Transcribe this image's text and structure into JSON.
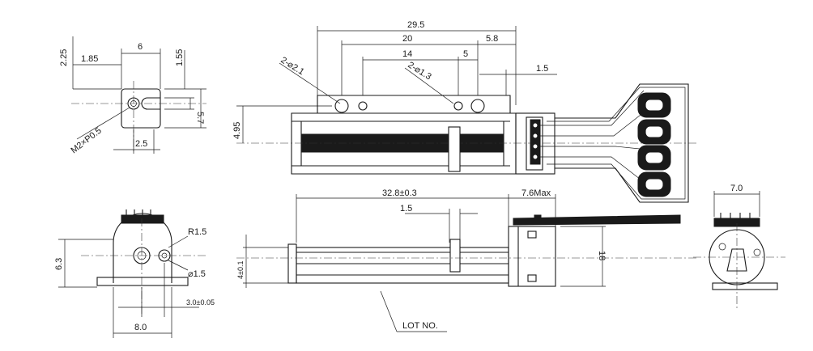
{
  "dimensions": {
    "overall_length": "29.5",
    "hole_spacing_20": "20",
    "right_offset_5_8": "5.8",
    "inner_spacing_14": "14",
    "inner_offset_5": "5",
    "plate_thickness_1_5": "1.5",
    "hole_2_phi_2_1": "2-⌀2.1",
    "hole_2_phi_1_3": "2-⌀1.3",
    "height_4_95": "4.95",
    "side_2_25": "2.25",
    "side_1_85": "1.85",
    "side_6": "6",
    "side_1_55": "1.55",
    "side_5_7": "5.7",
    "side_2_5": "2.5",
    "thread_m2": "M2×P0.5",
    "stroke_length": "32.8±0.3",
    "stroke_sub": "1.5",
    "motor_max": "7.6Max",
    "motor_height_18": "18",
    "height_4_pm": "4±0.1",
    "end_6_3": "6.3",
    "radius_r1_5": "R1.5",
    "phi_1_5": "⌀1.5",
    "spacing_3_0": "3.0±0.05",
    "width_8_0": "8.0",
    "right_width_7_0": "7.0",
    "lot_no": "LOT NO."
  }
}
